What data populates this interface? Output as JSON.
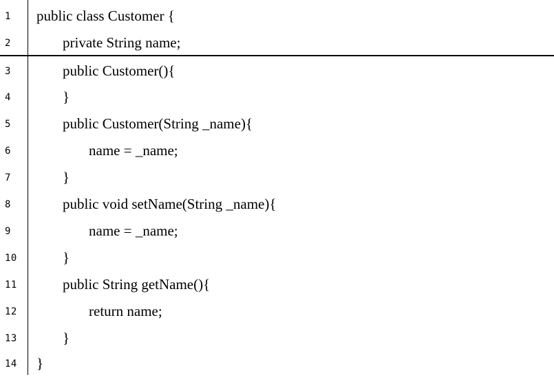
{
  "code": {
    "lines": [
      {
        "number": "1",
        "text": "public class Customer {"
      },
      {
        "number": "2",
        "text": "private String name;"
      },
      {
        "number": "3",
        "text": "public Customer(){"
      },
      {
        "number": "4",
        "text": "}"
      },
      {
        "number": "5",
        "text": "public Customer(String _name){"
      },
      {
        "number": "6",
        "text": "name = _name;"
      },
      {
        "number": "7",
        "text": "}"
      },
      {
        "number": "8",
        "text": "public void setName(String _name){"
      },
      {
        "number": "9",
        "text": "name = _name;"
      },
      {
        "number": "10",
        "text": "}"
      },
      {
        "number": "11",
        "text": "public String getName(){"
      },
      {
        "number": "12",
        "text": "return name;"
      },
      {
        "number": "13",
        "text": "}"
      },
      {
        "number": "14",
        "text": "}"
      }
    ]
  }
}
